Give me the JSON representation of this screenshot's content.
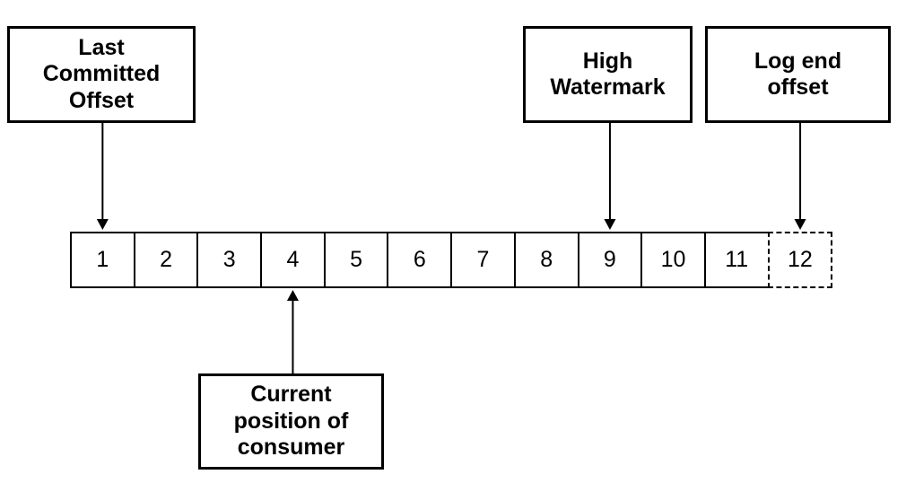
{
  "labels": {
    "last_committed": {
      "text": "Last\nCommitted\nOffset",
      "points_to_cell": "1"
    },
    "high_watermark": {
      "text": "High\nWatermark",
      "points_to_cell": "9"
    },
    "log_end_offset": {
      "text": "Log end\noffset",
      "points_to_cell": "12"
    },
    "consumer_position": {
      "text": "Current\nposition of\nconsumer",
      "points_to_cell": "4"
    }
  },
  "row": {
    "cells": [
      {
        "value": "1",
        "border": "solid"
      },
      {
        "value": "2",
        "border": "solid"
      },
      {
        "value": "3",
        "border": "solid"
      },
      {
        "value": "4",
        "border": "solid"
      },
      {
        "value": "5",
        "border": "solid"
      },
      {
        "value": "6",
        "border": "solid"
      },
      {
        "value": "7",
        "border": "solid"
      },
      {
        "value": "8",
        "border": "solid"
      },
      {
        "value": "9",
        "border": "solid"
      },
      {
        "value": "10",
        "border": "solid"
      },
      {
        "value": "11",
        "border": "solid"
      },
      {
        "value": "12",
        "border": "dashed"
      }
    ]
  },
  "colors": {
    "line": "#000000",
    "text": "#000000",
    "background": "#ffffff"
  }
}
